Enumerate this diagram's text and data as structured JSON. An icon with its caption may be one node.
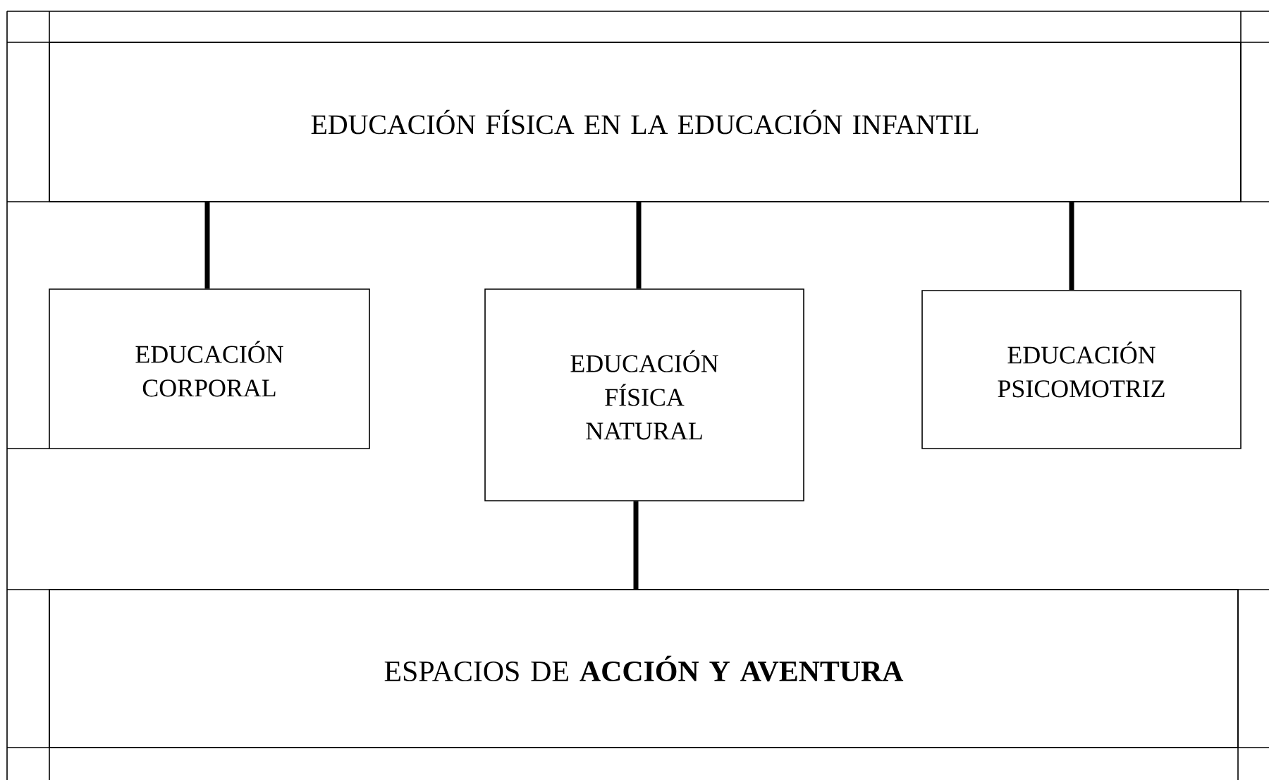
{
  "diagram": {
    "nodes": [
      {
        "text": [
          "EDUCACIÓN FÍSICA EN LA EDUCACIÓN INFANTIL"
        ]
      },
      {
        "text": [
          "EDUCACIÓN CORPORAL"
        ]
      },
      {
        "text": [
          "EDUCACIÓN FÍSICA NATURAL"
        ]
      },
      {
        "text": [
          "EDUCACIÓN PSICOMOTRIZ"
        ]
      },
      {
        "text": [
          "ESPACIOS DE **ACCIÓN Y AVENTURA**"
        ]
      }
    ],
    "edges": [
      {
        "from": 0,
        "to": 1,
        "arrow": "none"
      },
      {
        "from": 0,
        "to": 2,
        "arrow": "none"
      },
      {
        "from": 0,
        "to": 3,
        "arrow": "none"
      },
      {
        "from": 2,
        "to": 4,
        "arrow": "none"
      }
    ]
  }
}
